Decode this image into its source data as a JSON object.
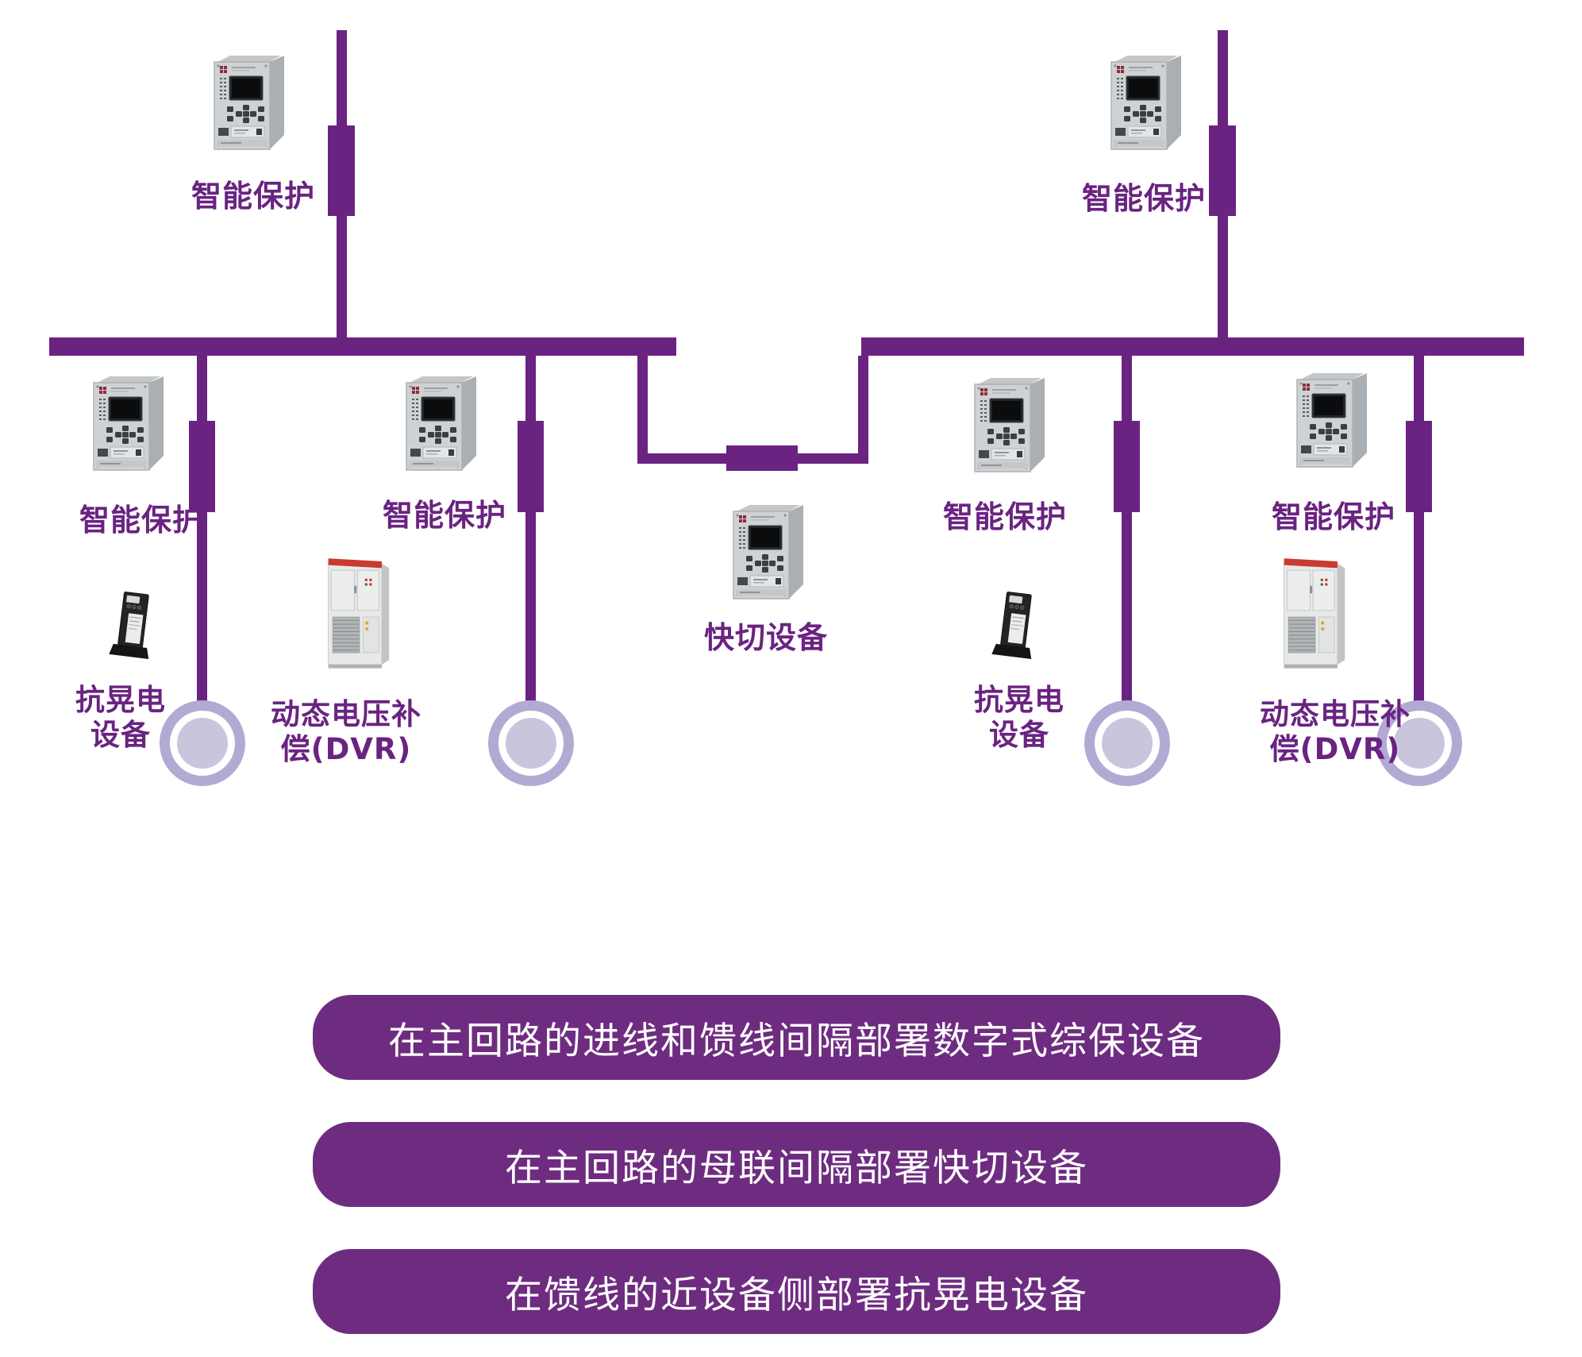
{
  "colors": {
    "purple": "#6a2381",
    "banner": "#6e2c80",
    "ring": "#b3aad3",
    "ring_inner": "#c9c5dd",
    "background": "#ffffff"
  },
  "diagram": {
    "labels": {
      "smart_protection": "智能保护",
      "fast_transfer": "快切设备",
      "anti_sag_line1": "抗晃电",
      "anti_sag_line2": "设备",
      "dvr_line1": "动态电压补",
      "dvr_line2": "偿(DVR)"
    },
    "icons": {
      "relay": "protection-relay-device-photo",
      "anti_sag": "anti-sag-device-photo",
      "dvr": "dvr-cabinet-photo",
      "load": "load-circle-symbol",
      "breaker": "breaker-bar-symbol",
      "bus": "bus-bar-symbol"
    }
  },
  "banners": [
    {
      "text": "在主回路的进线和馈线间隔部署数字式综保设备"
    },
    {
      "text": "在主回路的母联间隔部署快切设备"
    },
    {
      "text": "在馈线的近设备侧部署抗晃电设备"
    }
  ]
}
